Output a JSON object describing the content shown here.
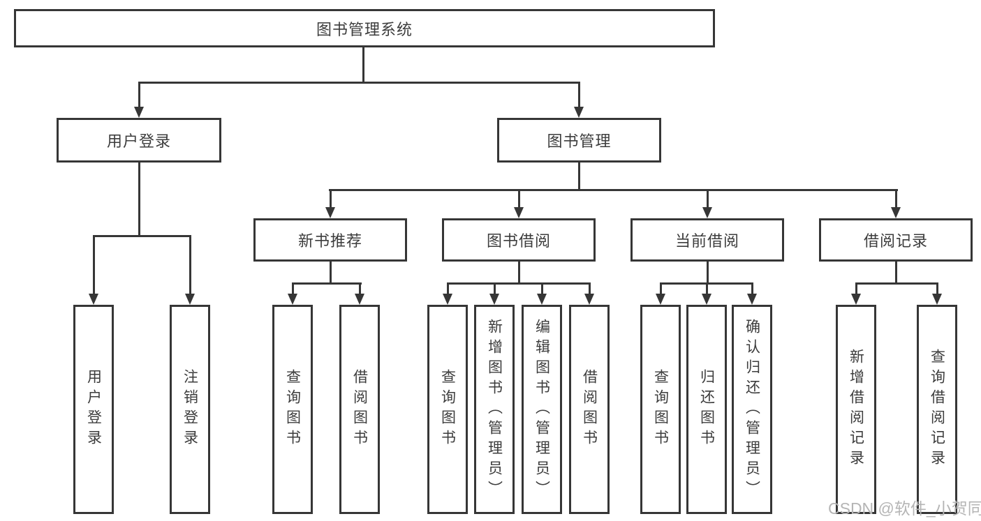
{
  "colors": {
    "line": "#363636",
    "text": "#3c3c3c",
    "background": "#ffffff",
    "watermark_color": "#b5b5b5"
  },
  "watermark": "CSDN @软件_小贺同学",
  "tree": {
    "root": "图书管理系统",
    "level2": [
      "用户登录",
      "图书管理"
    ],
    "level3": [
      "新书推荐",
      "图书借阅",
      "当前借阅",
      "借阅记录"
    ],
    "leaves": {
      "user_login": [
        "用户登录",
        "注销登录"
      ],
      "new_book_rec": [
        "查询图书",
        "借阅图书"
      ],
      "book_borrow": [
        "查询图书",
        "新增图书（管理员）",
        "编辑图书（管理员）",
        "借阅图书"
      ],
      "current_borrow": [
        "查询图书",
        "归还图书",
        "确认归还（管理员）"
      ],
      "borrow_records": [
        "新增借阅记录",
        "查询借阅记录"
      ]
    }
  }
}
